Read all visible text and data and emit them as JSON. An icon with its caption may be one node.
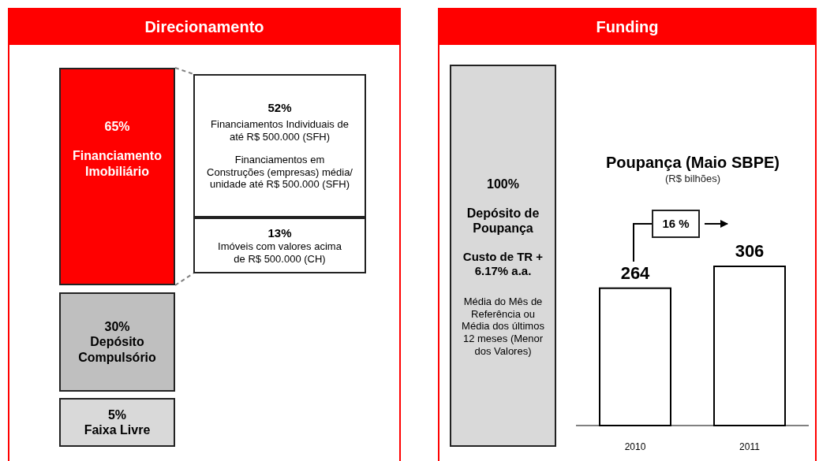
{
  "diagram": {
    "nodes": [
      {
        "text": [
          "Direcionamento"
        ]
      },
      {
        "text": [
          "65%",
          "Financiamento Imobiliário"
        ],
        "in": 0
      },
      {
        "text": [
          "52%",
          "Financiamentos  Individuais de até R$ 500.000 (SFH)",
          "Financiamentos em Construções (empresas) média/ unidade até R$ 500.000 (SFH)"
        ],
        "in": 0
      },
      {
        "text": [
          "13%",
          "Imóveis com valores acima de  R$ 500.000 (CH)"
        ],
        "in": 0
      },
      {
        "text": [
          "30%",
          "Depósito Compulsório"
        ],
        "in": 0
      },
      {
        "text": [
          "5%",
          "Faixa Livre"
        ],
        "in": 0
      },
      {
        "text": [
          "Funding"
        ]
      },
      {
        "text": [
          "100%",
          "Depósito de Poupança",
          "Custo de TR + 6.17% a.a.",
          "Média do Mês de Referência ou Média dos últimos 12 meses (Menor dos Valores)"
        ],
        "in": 6
      },
      {
        "text": [
          "16 %"
        ],
        "in": 6
      }
    ],
    "edges": [
      {
        "from": 1,
        "to": 2,
        "arrow": "none",
        "style": "dashed",
        "color": "#808080"
      },
      {
        "from": 1,
        "to": 3,
        "arrow": "none",
        "style": "dashed",
        "color": "#808080"
      },
      {
        "from": null,
        "to": 8,
        "arrow": "none",
        "color": "#000000"
      },
      {
        "from": 8,
        "to": null,
        "arrow": "to",
        "color": "#000000"
      }
    ],
    "labels": [
      "(R$ bilhões)"
    ],
    "chart_data": {
      "type": "bar",
      "title": "Poupança (Maio SBPE)",
      "categories": [
        "2010",
        "2011"
      ],
      "values": [
        264,
        306
      ],
      "data_labels": true
    }
  }
}
